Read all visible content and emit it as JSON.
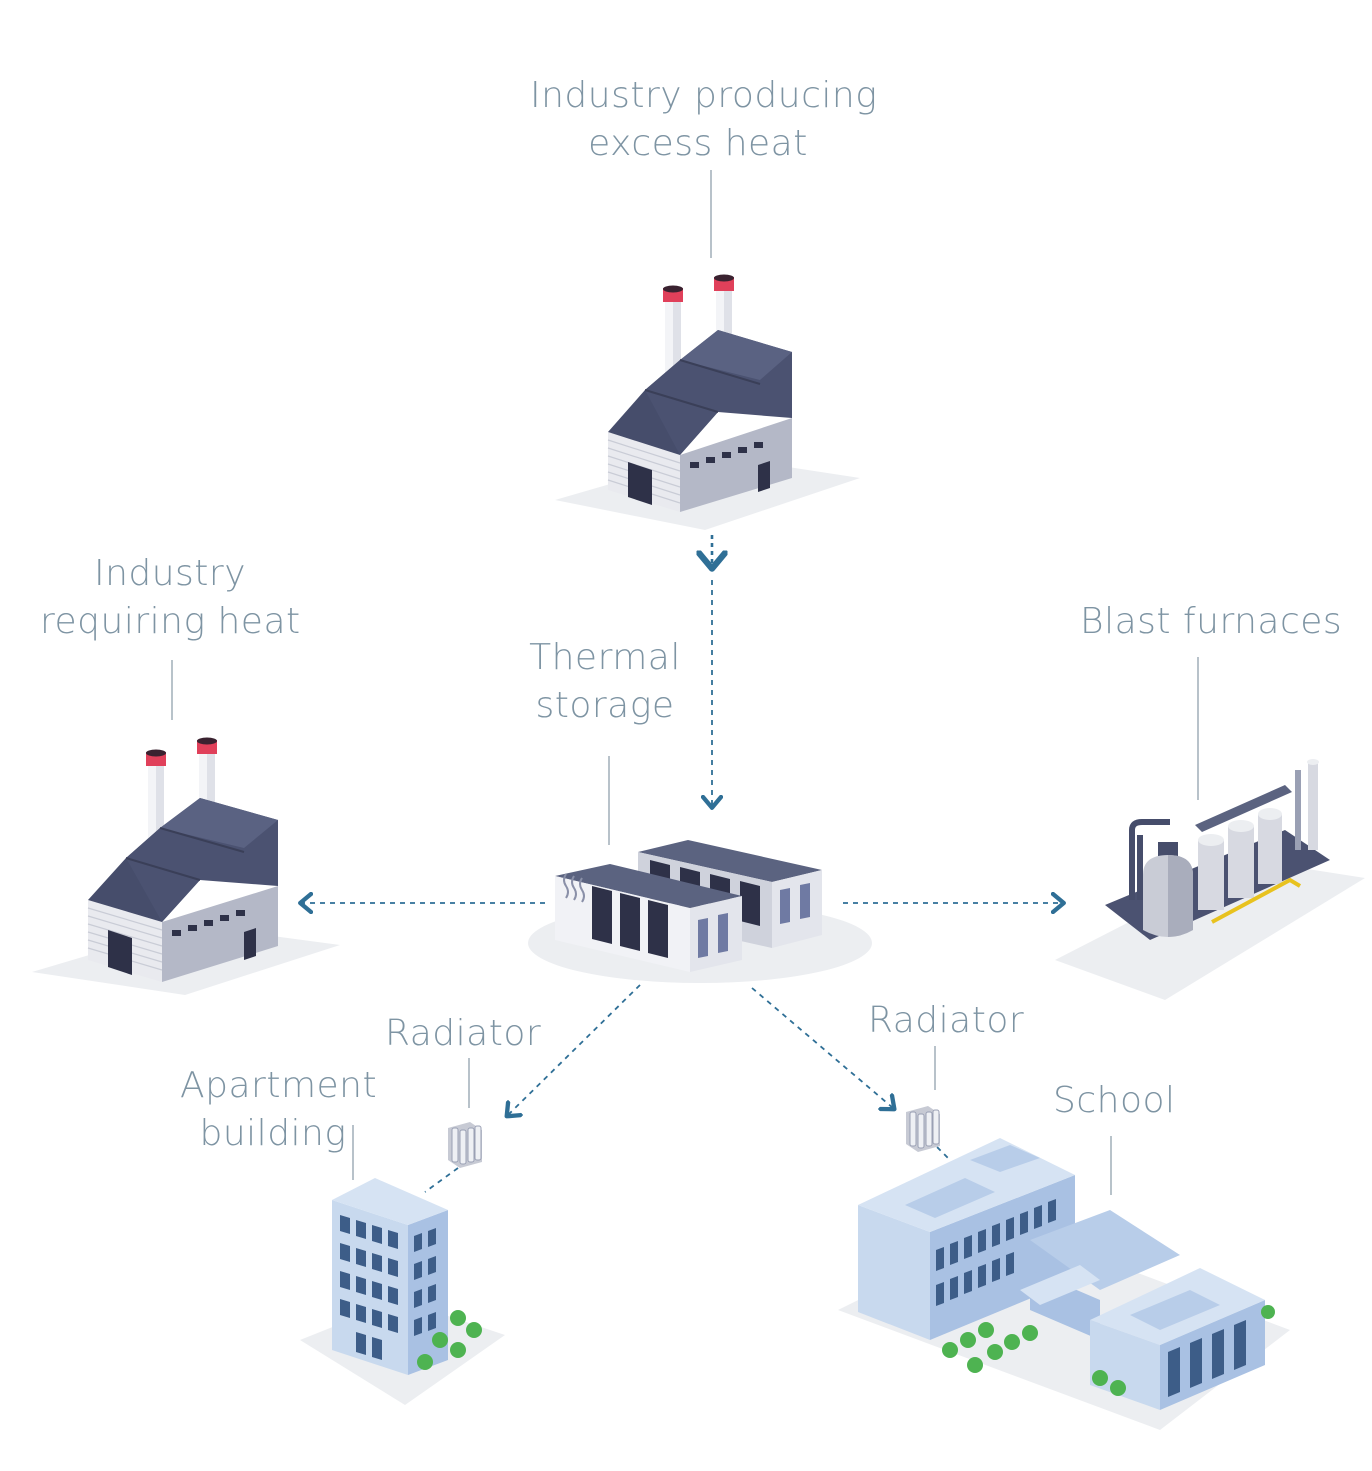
{
  "labels": {
    "industry_excess": [
      "Industry producing",
      "excess heat"
    ],
    "industry_requiring": [
      "Industry",
      "requiring heat"
    ],
    "thermal_storage": [
      "Thermal",
      "storage"
    ],
    "blast_furnaces": "Blast furnaces",
    "radiator_left": "Radiator",
    "radiator_right": "Radiator",
    "apartment": [
      "Apartment",
      "building"
    ],
    "school": "School"
  },
  "colors": {
    "label": "#7e94a3",
    "arrow": "#2f6f96",
    "roof": "#464d6b",
    "wall": "#dfe1e8",
    "chimney_cap": "#e0405a",
    "building_blue": "#b8cde9",
    "window": "#3d5d88",
    "tree": "#4eb351",
    "ground": "#eceef1"
  }
}
